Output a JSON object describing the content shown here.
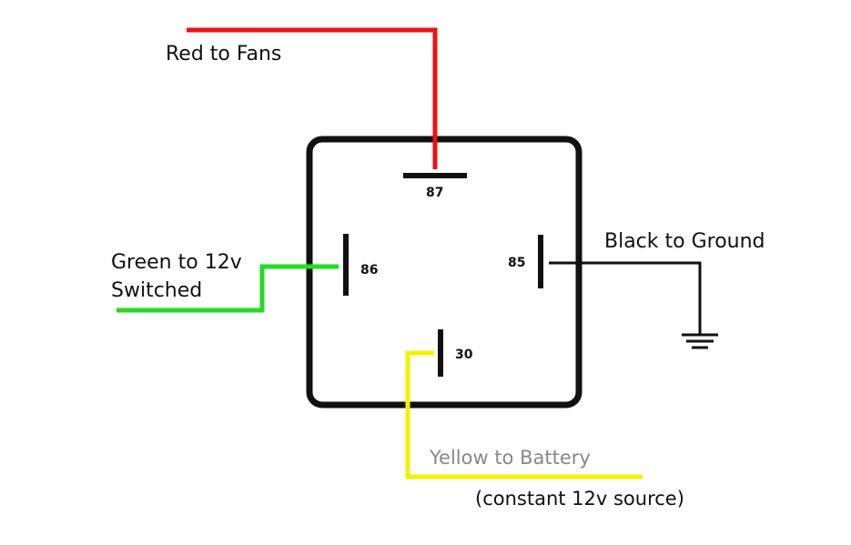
{
  "labels": {
    "red": "Red to Fans",
    "green_line1": "Green to 12v",
    "green_line2": "Switched",
    "black": "Black to Ground",
    "yellow": "Yellow to Battery",
    "source": "(constant 12v source)"
  },
  "pins": {
    "p87": "87",
    "p86": "86",
    "p85": "85",
    "p30": "30"
  },
  "colors": {
    "red": "#ee1111",
    "green": "#22dd22",
    "black": "#111111",
    "yellow": "#f5f000",
    "box": "#111111"
  }
}
